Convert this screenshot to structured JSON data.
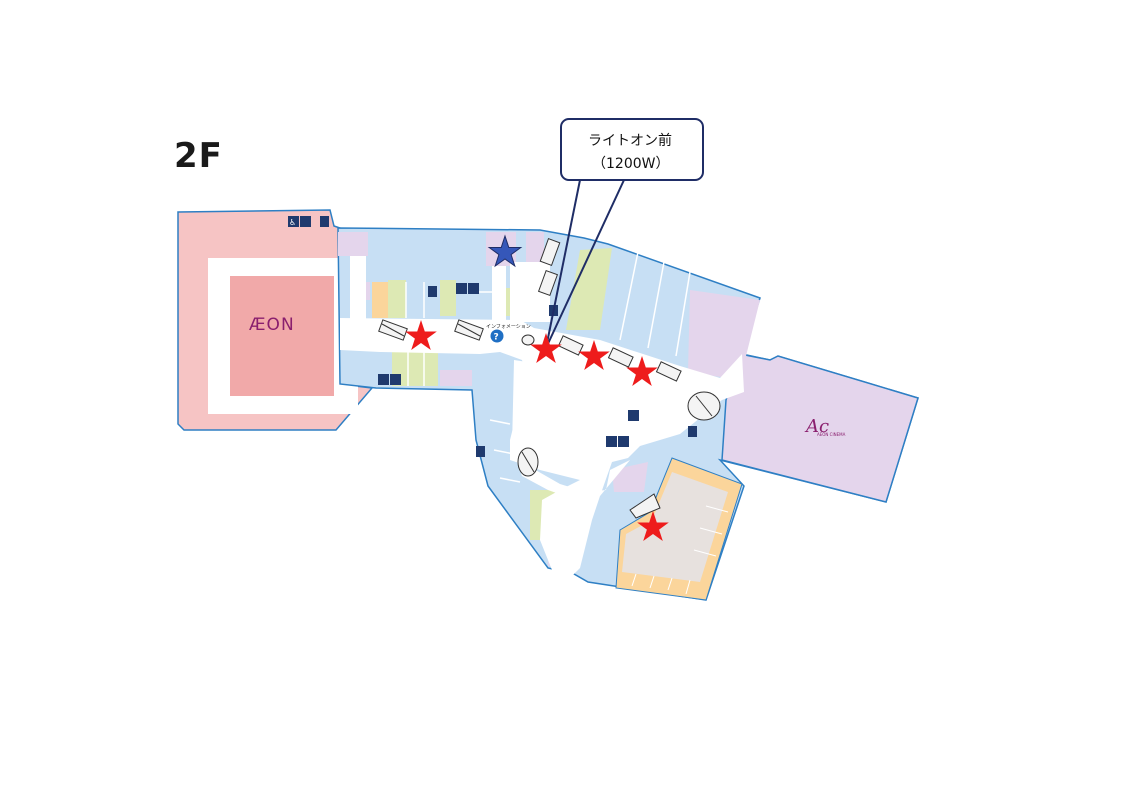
{
  "floor": {
    "label": "2F"
  },
  "callout": {
    "line1": "ライトオン前",
    "line2": "（1200W）"
  },
  "stores": {
    "aeon": "ÆON",
    "ac": "Ac",
    "ac_sub": "AEON CINEMA"
  },
  "facilities": {
    "information_label": "インフォメーション"
  },
  "icons": {
    "restroom": "restroom-icon",
    "accessible": "wheelchair-icon",
    "elevator": "elevator-icon",
    "information": "information-icon",
    "escalator": "escalator-icon",
    "red_star": "red-star-icon",
    "blue_star": "blue-star-icon"
  },
  "colors": {
    "outline": "#2e7fc4",
    "aeon_block": "#f6c4c4",
    "aeon_inner": "#f1a9a9",
    "shop_blue": "#c7dff4",
    "shop_green": "#dde9b4",
    "shop_purple": "#e4d5ec",
    "shop_orange": "#fbd59b",
    "shop_gray": "#e7e1de",
    "corridor": "#ffffff",
    "red_star": "#ee1c1c",
    "blue_star": "#3557b9",
    "callout_border": "#1f2d66"
  }
}
